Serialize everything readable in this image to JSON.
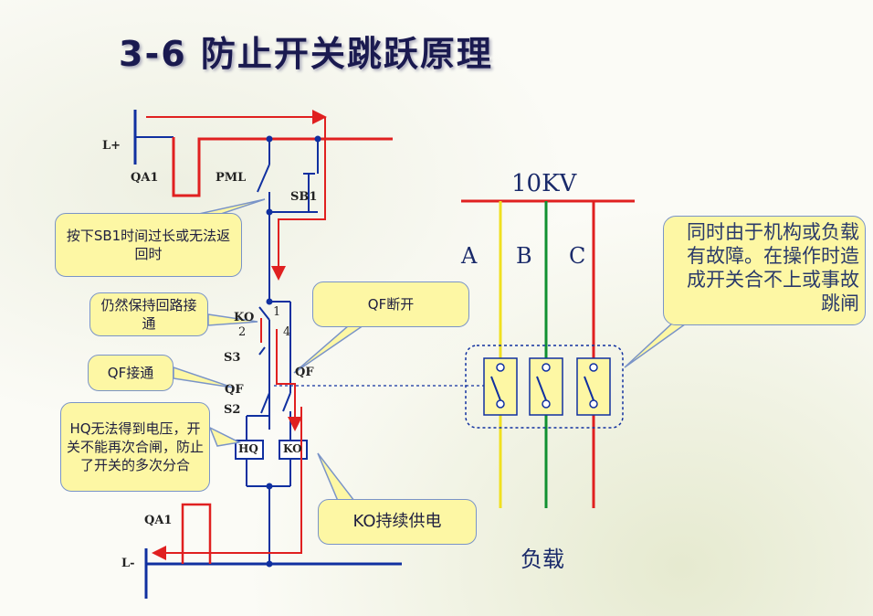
{
  "title": "3-6   防止开关跳跃原理",
  "circuit": {
    "labels": {
      "l_plus": "L+",
      "qa1_top": "QA1",
      "pml": "PML",
      "sb1": "SB1",
      "ko_contact": "KO",
      "pin1": "1",
      "pin2": "2",
      "pin4": "4",
      "s3": "S3",
      "qf_left": "QF",
      "s2": "S2",
      "qf_right": "QF",
      "hq": "HQ",
      "ko_coil": "KO",
      "qa1_bottom": "QA1",
      "l_minus": "L-"
    },
    "callouts": {
      "sb1_hold": "按下SB1时间过长或无法返回时",
      "keep_loop": "仍然保持回路接通",
      "qf_on": "QF接通",
      "hq_no_power": "HQ无法得到电压，开关不能再次合闸，防止了开关的多次分合",
      "qf_off": "QF断开",
      "ko_powered": "KO持续供电"
    }
  },
  "power": {
    "voltage": "10KV",
    "phases": [
      "A",
      "B",
      "C"
    ],
    "phase_colors": [
      "#f0e020",
      "#109030",
      "#e02020"
    ],
    "load": "负载",
    "callout": "同时由于机构或负载有故障。在操作时造成开关合不上或事故跳闸"
  }
}
